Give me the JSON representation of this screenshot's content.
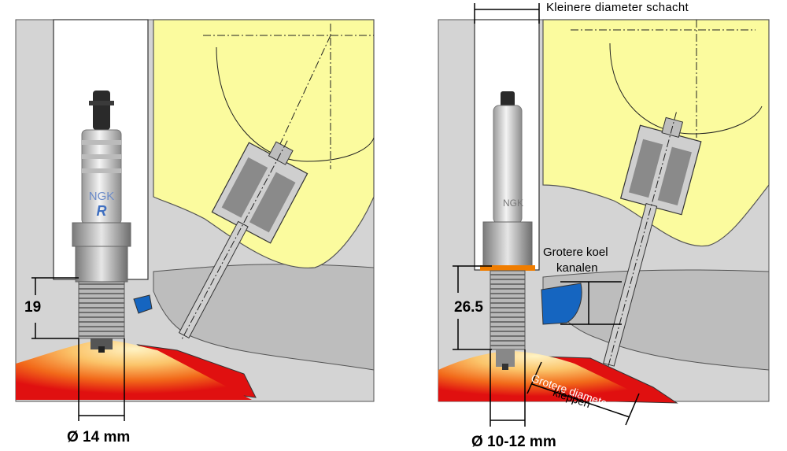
{
  "left_panel": {
    "height_label": "19",
    "diameter_label": "Ø 14 mm",
    "plug_brand": "NGK",
    "plug_mark": "R"
  },
  "right_panel": {
    "shaft_label": "Kleinere diameter schacht",
    "cooling_label_line1": "Grotere koel",
    "cooling_label_line2": "kanalen",
    "height_label": "26.5",
    "valve_label_line1": "Grotere diameter",
    "valve_label_line2": "kleppen",
    "diameter_label": "Ø 10-12 mm",
    "plug_brand": "NGK"
  },
  "colors": {
    "head_gray": "#d4d4d4",
    "port_gray": "#bdbdbd",
    "cam_yellow": "#fbfb9e",
    "combustion_red": "#e01010",
    "combustion_glow": "#fde68a",
    "coolant_blue": "#1565c0",
    "gasket_orange": "#f07d00"
  }
}
